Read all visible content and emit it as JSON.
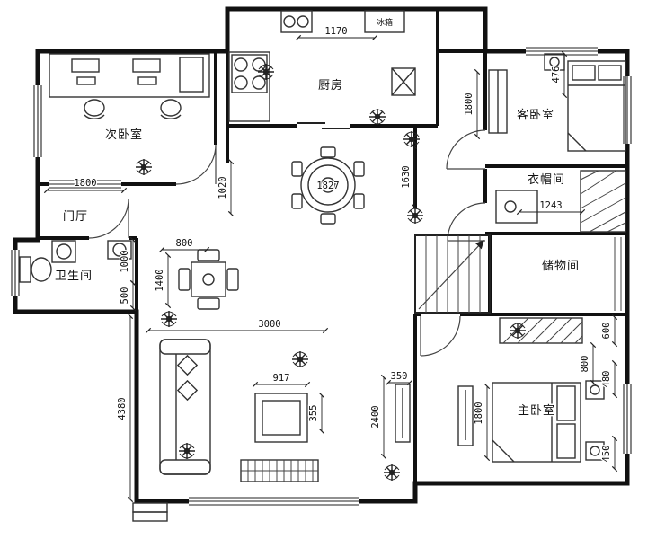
{
  "plan": {
    "rooms": {
      "secondary_bedroom": "次卧室",
      "kitchen": "厨房",
      "guest_bedroom": "客卧室",
      "cloakroom": "衣帽间",
      "entry_hall": "门厅",
      "bathroom": "卫生间",
      "storage": "储物间",
      "master_bedroom": "主卧室"
    },
    "appliances": {
      "fridge": "冰箱"
    },
    "dimensions": {
      "kitchen_top_width": "1170",
      "guest_corner": "476",
      "guest_depth": "1800",
      "secondary_window": "1800",
      "dining_table": "1827",
      "hall_width": "1020",
      "dining_depth": "1630",
      "cloakroom_width": "1243",
      "bath_upper": "1000",
      "bath_lower": "500",
      "hall_table_width": "800",
      "hall_table_depth": "1400",
      "living_width": "3000",
      "coffee_table_width": "917",
      "coffee_table_gap": "355",
      "living_depth": "2400",
      "tv_gap": "350",
      "master_bed_length": "1800",
      "master_wardrobe": "600",
      "master_east_upper": "800",
      "nightstand_upper": "480",
      "nightstand_lower": "450",
      "living_total_depth": "4380"
    }
  }
}
